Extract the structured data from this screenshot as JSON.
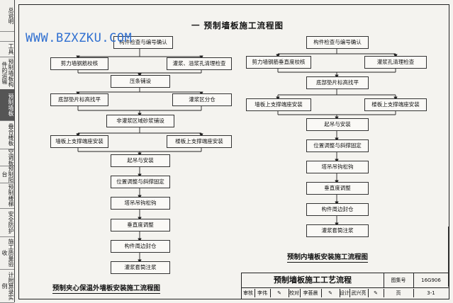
{
  "sidebar": {
    "tabs": [
      {
        "label": "总说明",
        "active": false
      },
      {
        "label": "",
        "active": false
      },
      {
        "label": "工具",
        "active": false
      },
      {
        "label": "预制墙板构件的运输",
        "active": false
      },
      {
        "label": "预制墙板",
        "active": true
      },
      {
        "label": "叠合楼板",
        "active": false
      },
      {
        "label": "空调板",
        "active": false
      },
      {
        "label": "预制阳台",
        "active": false
      },
      {
        "label": "预制楼梯",
        "active": false
      },
      {
        "label": "安全防护",
        "active": false
      },
      {
        "label": "施工质量验收",
        "active": false
      },
      {
        "label": "计附算录实例",
        "active": false
      }
    ]
  },
  "watermark": "WWW.BZXZKU.COM",
  "page_title": "一  预制墙板施工流程图",
  "left_chart": {
    "caption": "预制夹心保温外墙板安装施工流程图",
    "steps": [
      {
        "id": "l1",
        "text": "构件检查与编号确认"
      },
      {
        "id": "l2",
        "text": "剪力墙钢筋校核"
      },
      {
        "id": "l3",
        "text": "灌浆、溢浆孔清理检查"
      },
      {
        "id": "l4",
        "text": "压条铺设"
      },
      {
        "id": "l5",
        "text": "底部垫片标高找平"
      },
      {
        "id": "l6",
        "text": "灌浆区分仓"
      },
      {
        "id": "l7",
        "text": "非灌浆区域砂浆铺设"
      },
      {
        "id": "l8",
        "text": "墙板上支撑端座安装"
      },
      {
        "id": "l9",
        "text": "楼板上支撑端座安装"
      },
      {
        "id": "l10",
        "text": "起吊与安装"
      },
      {
        "id": "l11",
        "text": "位置调整与斜撑固定"
      },
      {
        "id": "l12",
        "text": "塔吊吊钩松钩"
      },
      {
        "id": "l13",
        "text": "垂直度调整"
      },
      {
        "id": "l14",
        "text": "构件周边封仓"
      },
      {
        "id": "l15",
        "text": "灌浆套筒注浆"
      }
    ]
  },
  "right_chart": {
    "caption": "预制内墙板安装施工流程图",
    "steps": [
      {
        "id": "r1",
        "text": "构件检查与编号确认"
      },
      {
        "id": "r2",
        "text": "剪力墙钢筋垂直度校核"
      },
      {
        "id": "r3",
        "text": "灌浆孔清理检查"
      },
      {
        "id": "r4",
        "text": "底部垫片标高找平"
      },
      {
        "id": "r5",
        "text": "墙板上支撑端座安装"
      },
      {
        "id": "r6",
        "text": "楼板上支撑端座安装"
      },
      {
        "id": "r7",
        "text": "起吊与安装"
      },
      {
        "id": "r8",
        "text": "位置调整与斜撑固定"
      },
      {
        "id": "r9",
        "text": "塔吊吊钩松钩"
      },
      {
        "id": "r10",
        "text": "垂直度调整"
      },
      {
        "id": "r11",
        "text": "构件周边封仓"
      },
      {
        "id": "r12",
        "text": "灌浆套筒注浆"
      }
    ]
  },
  "title_block": {
    "title": "预制墙板施工工艺流程",
    "atlas_label": "图集号",
    "atlas_no": "16G906",
    "review_label": "审核",
    "reviewer": "李伟",
    "check_label": "校对",
    "checker": "李荟晨",
    "design_label": "设计",
    "designer": "武兴亮",
    "page_label": "页",
    "page_no": "3-1"
  }
}
